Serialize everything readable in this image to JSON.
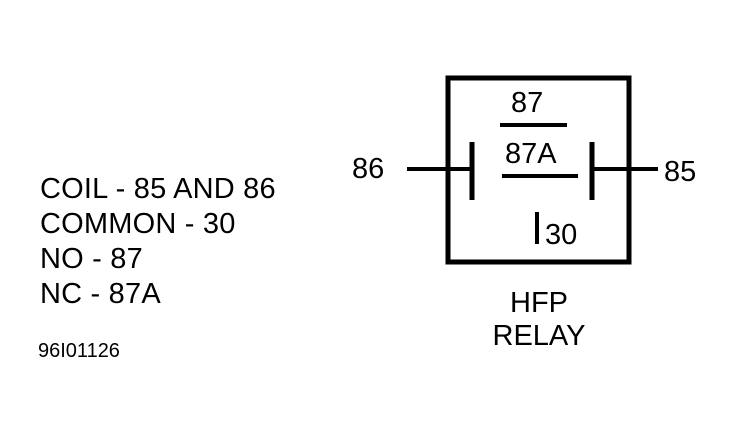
{
  "legend": {
    "lines": [
      "COIL - 85 AND 86",
      "COMMON - 30",
      "NO - 87",
      "NC - 87A"
    ]
  },
  "figure_id": "96I01126",
  "relay": {
    "terminal_left": "86",
    "terminal_right": "85",
    "terminal_top": "87",
    "terminal_middle": "87A",
    "terminal_bottom": "30",
    "label_line1": "HFP",
    "label_line2": "RELAY"
  },
  "colors": {
    "ink": "#000000",
    "background": "#ffffff"
  }
}
